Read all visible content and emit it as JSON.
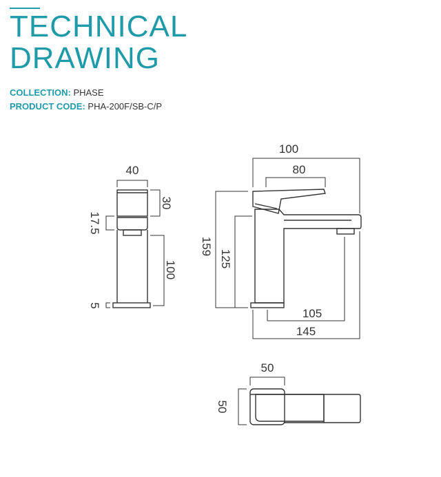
{
  "header": {
    "title_line1": "TECHNICAL",
    "title_line2": "DRAWING",
    "collection_label": "COLLECTION:",
    "collection_value": "PHASE",
    "product_code_label": "PRODUCT CODE:",
    "product_code_value": "PHA-200F/SB-C/P"
  },
  "colors": {
    "accent": "#1f9aa8",
    "line": "#333333"
  },
  "dimensions": {
    "front": {
      "width": "40",
      "handle_height": "30",
      "gap": "17.5",
      "body_height": "100",
      "base": "5"
    },
    "side": {
      "overall_width": "100",
      "handle_length": "80",
      "overall_height": "159",
      "spout_height": "125",
      "spout_reach": "105",
      "overall_depth": "145"
    },
    "top": {
      "width": "50",
      "depth": "50"
    }
  }
}
